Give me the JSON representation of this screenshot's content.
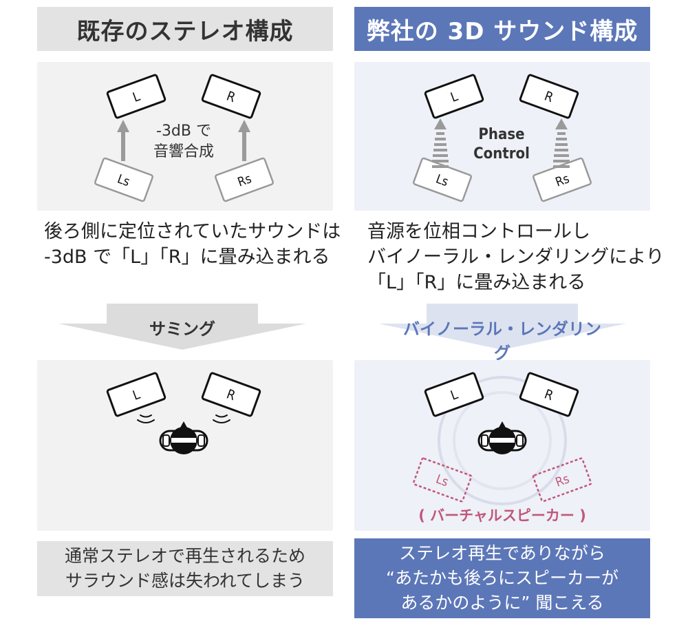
{
  "headers": {
    "left": "既存のステレオ構成",
    "right": "弊社の 3D サウンド構成"
  },
  "speakers": {
    "L": "L",
    "R": "R",
    "Ls": "Ls",
    "Rs": "Rs"
  },
  "top_left": {
    "annotation_line1": "-3dB で",
    "annotation_line2": "音響合成"
  },
  "top_right": {
    "annotation_line1": "Phase",
    "annotation_line2": "Control"
  },
  "desc_left": {
    "line1": "後ろ側に定位されていたサウンドは",
    "line2": "-3dB で「L」「R」に畳み込まれる"
  },
  "desc_right": {
    "line1": "音源を位相コントロールし",
    "line2": "バイノーラル・レンダリングにより",
    "line3": "「L」「R」に畳み込まれる"
  },
  "process": {
    "left": "サミング",
    "right": "バイノーラル・レンダリング"
  },
  "virtual_label": "( バーチャルスピーカー )",
  "bottom_left": {
    "line1": "通常ステレオで再生されるため",
    "line2": "サラウンド感は失われてしまう"
  },
  "bottom_right": {
    "line1": "ステレオ再生でありながら",
    "line2": "“あたかも後ろにスピーカーが",
    "line3": "あるかのように” 聞こえる"
  },
  "colors": {
    "blue_header": "#5c77b8",
    "grey_header": "#e3e3e3",
    "virtual_speaker": "#c0577a",
    "process_right_text": "#5c77b8"
  }
}
